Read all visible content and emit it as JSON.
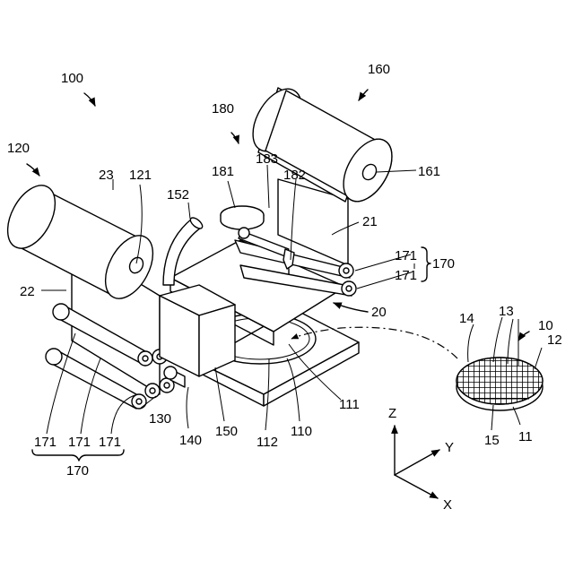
{
  "labels": {
    "l100": "100",
    "l120": "120",
    "l160": "160",
    "l180": "180",
    "l23": "23",
    "l121": "121",
    "l152": "152",
    "l181": "181",
    "l183": "183",
    "l182": "182",
    "l161": "161",
    "l21": "21",
    "l171a": "171",
    "l171b": "171",
    "l170r": "170",
    "l22": "22",
    "l20": "20",
    "l10": "10",
    "l14": "14",
    "l13": "13",
    "l12": "12",
    "l111": "111",
    "l130": "130",
    "l140": "140",
    "l150": "150",
    "l112": "112",
    "l110": "110",
    "l15": "15",
    "l11": "11",
    "l171c": "171",
    "l171d": "171",
    "l171e": "171",
    "l170b": "170"
  },
  "axes": {
    "z": "Z",
    "y": "Y",
    "x": "X"
  }
}
